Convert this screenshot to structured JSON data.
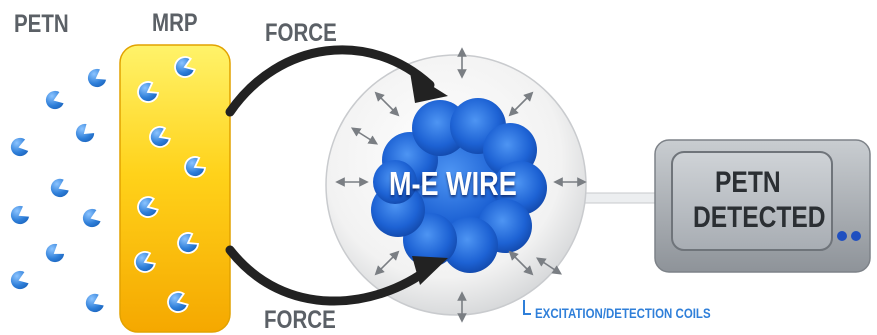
{
  "labels": {
    "petn": "PETN",
    "mrp": "MRP",
    "force_top": "FORCE",
    "force_bottom": "FORCE",
    "wire": "M-E WIRE",
    "coils": "EXCITATION/DETECTION COILS",
    "detected_line1": "PETN",
    "detected_line2": "DETECTED"
  },
  "colors": {
    "molecule": "#2f7fd9",
    "mrp_bar": "#f7c200",
    "wire_cloud": "#1a5ed0",
    "detector_case": "#9aa0a6",
    "detector_screen": "#b9bec4",
    "indicator_lights": "#1f4fc0"
  },
  "icons": {
    "molecule": "pac-man-molecule-icon",
    "arrow": "double-headed-arrow-icon"
  }
}
